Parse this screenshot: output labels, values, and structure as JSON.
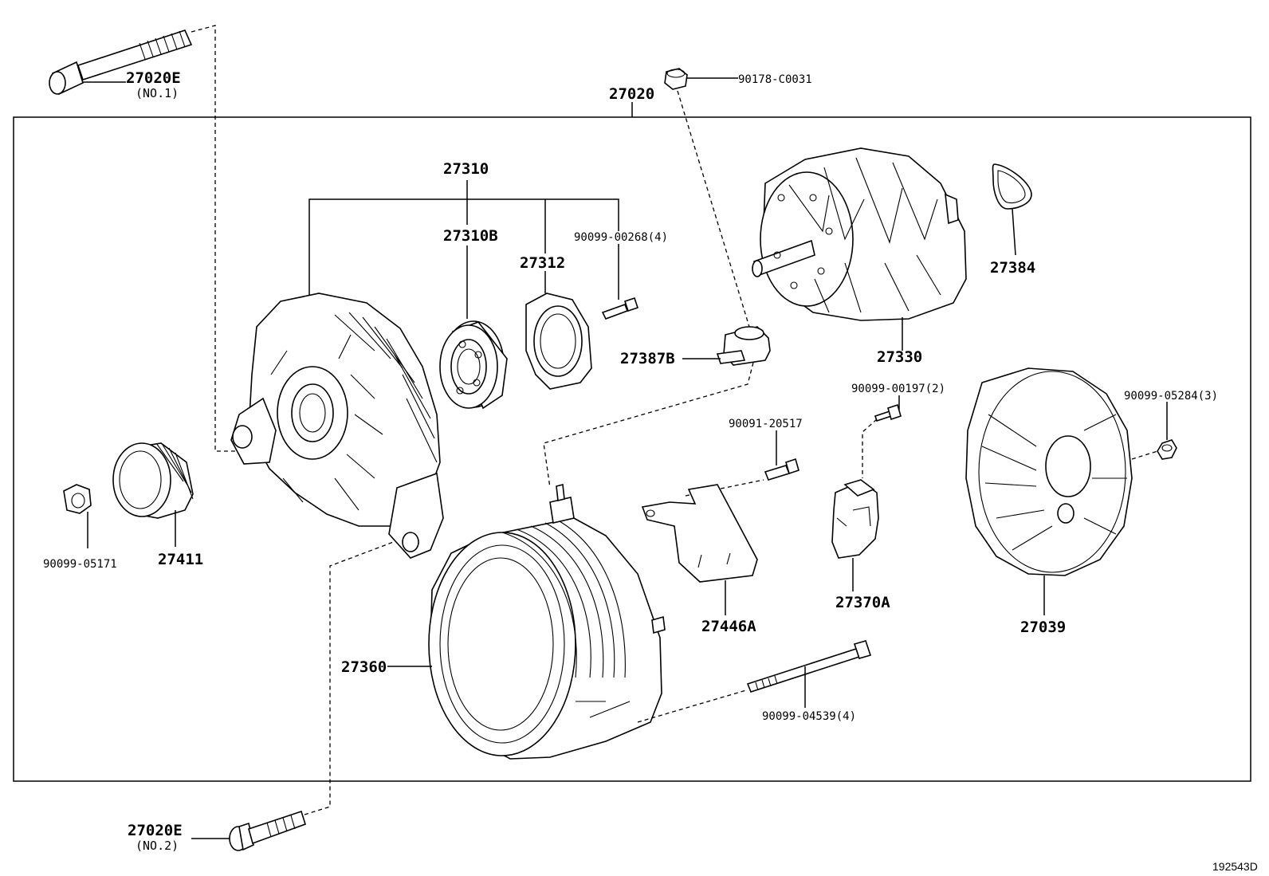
{
  "labels": {
    "p27020E_no1": "27020E",
    "p27020E_no1_sub": "(NO.1)",
    "p27020E_no2": "27020E",
    "p27020E_no2_sub": "(NO.2)",
    "p27020": "27020",
    "p90178": "90178-C0031",
    "p27310": "27310",
    "p27310B": "27310B",
    "p27312": "27312",
    "p90099_00268": "90099-00268(4)",
    "p27384": "27384",
    "p27330": "27330",
    "p27387B": "27387B",
    "p90099_00197": "90099-00197(2)",
    "p90099_05284": "90099-05284(3)",
    "p90091_20517": "90091-20517",
    "p27411": "27411",
    "p90099_05171": "90099-05171",
    "p27370A": "27370A",
    "p27446A": "27446A",
    "p27039": "27039",
    "p27360": "27360",
    "p90099_04539": "90099-04539(4)"
  },
  "diagram_code": "192543D"
}
